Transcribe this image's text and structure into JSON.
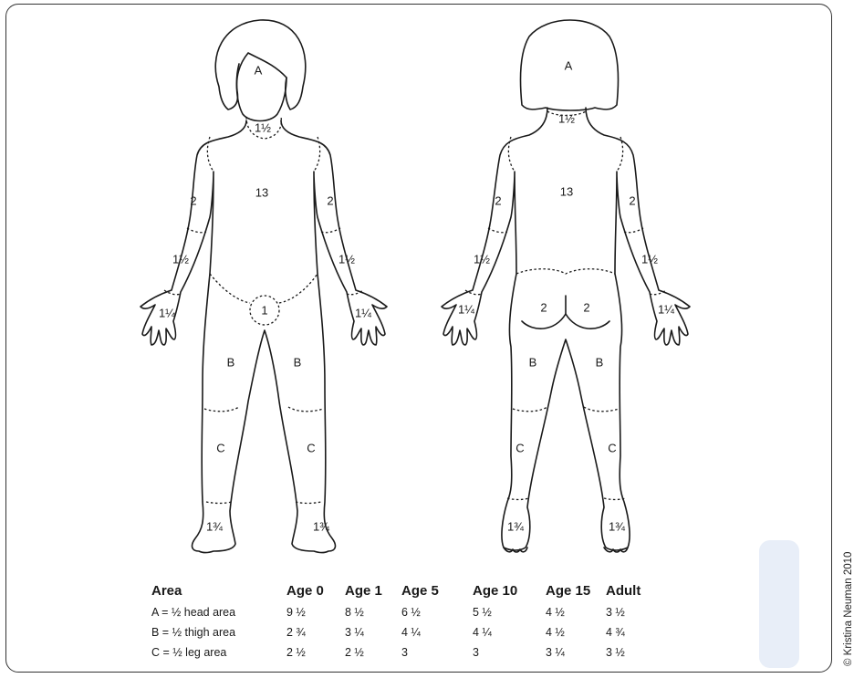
{
  "front": {
    "head": "A",
    "neck": "1½",
    "trunk": "13",
    "upper_arm_left": "2",
    "upper_arm_right": "2",
    "forearm_left": "1½",
    "forearm_right": "1½",
    "hand_left": "1¼",
    "hand_right": "1¼",
    "genitalia": "1",
    "thigh_left": "B",
    "thigh_right": "B",
    "leg_left": "C",
    "leg_right": "C",
    "foot_left": "1¾",
    "foot_right": "1¾"
  },
  "back": {
    "head": "A",
    "neck": "1½",
    "trunk": "13",
    "upper_arm_left": "2",
    "upper_arm_right": "2",
    "forearm_left": "1½",
    "forearm_right": "1½",
    "hand_left": "1¼",
    "hand_right": "1¼",
    "buttock_left": "2",
    "buttock_right": "2",
    "thigh_left": "B",
    "thigh_right": "B",
    "leg_left": "C",
    "leg_right": "C",
    "foot_left": "1¾",
    "foot_right": "1¾"
  },
  "table": {
    "headers": [
      "Area",
      "Age 0",
      "Age 1",
      "Age 5",
      "Age 10",
      "Age 15",
      "Adult"
    ],
    "rows": [
      [
        "A = ½ head area",
        "9 ½",
        "8 ½",
        "6 ½",
        "5 ½",
        "4 ½",
        "3 ½"
      ],
      [
        "B = ½ thigh area",
        "2 ¾",
        "3 ¼",
        "4 ¼",
        "4 ¼",
        "4 ½",
        "4 ¾"
      ],
      [
        "C = ½ leg area",
        "2 ½",
        "2 ½",
        "3",
        "3",
        "3 ¼",
        "3 ½"
      ]
    ]
  },
  "copyright": "© Kristina Neuman 2010"
}
